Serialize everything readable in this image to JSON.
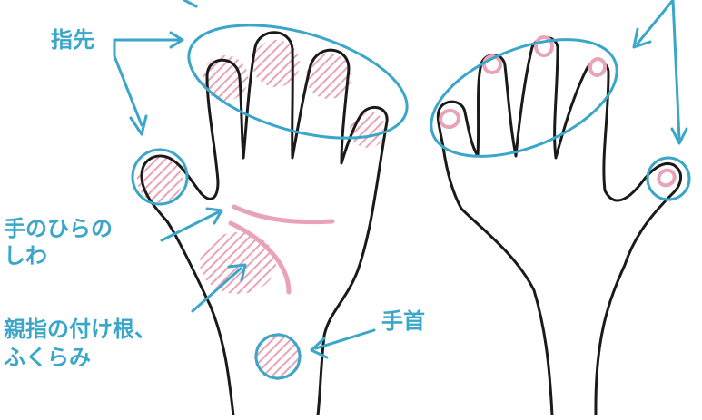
{
  "colors": {
    "accent": "#3aa6c8",
    "pink": "#e8a3b7",
    "outline": "#1a1a1a",
    "background": "#ffffff"
  },
  "labels": {
    "fingertips": "指先",
    "palm_creases_line1": "手のひらの",
    "palm_creases_line2": "しわ",
    "thumb_base_line1": "親指の付け根、",
    "thumb_base_line2": "ふくらみ",
    "wrist": "手首"
  },
  "icons": [
    "hand-palm-icon",
    "hand-back-icon"
  ]
}
